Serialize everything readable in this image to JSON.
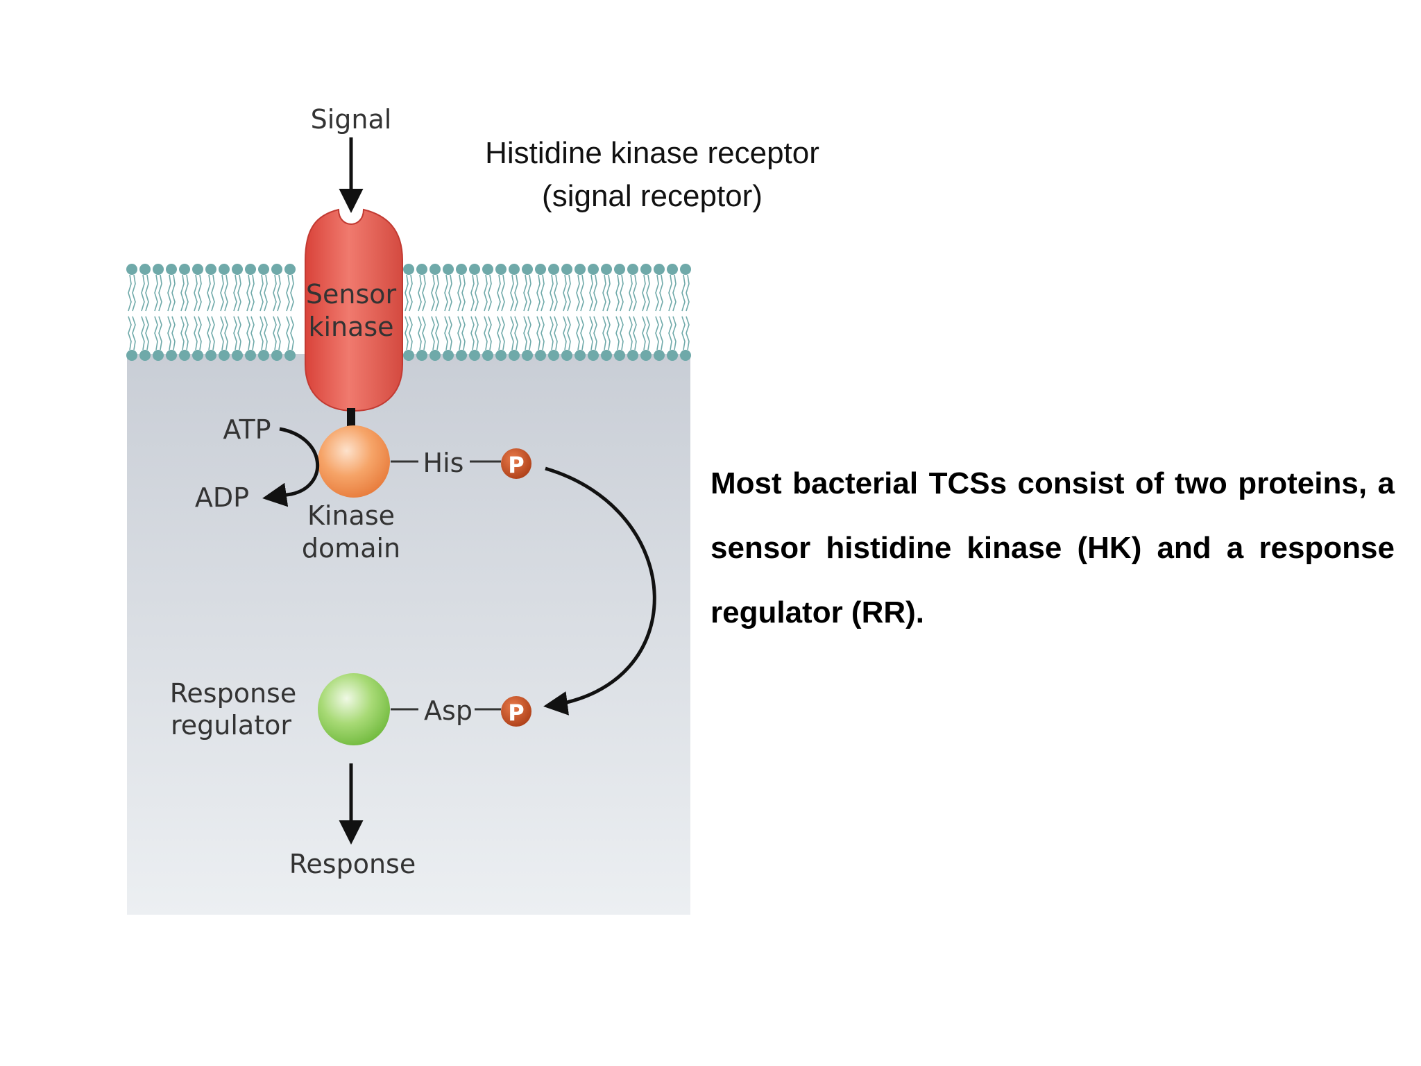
{
  "diagram": {
    "signal": "Signal",
    "sensor_kinase_line1": "Sensor",
    "sensor_kinase_line2": "kinase",
    "atp": "ATP",
    "adp": "ADP",
    "kinase_domain_line1": "Kinase",
    "kinase_domain_line2": "domain",
    "his": "His",
    "phosphate": "P",
    "response_regulator_line1": "Response",
    "response_regulator_line2": "regulator",
    "asp": "Asp",
    "response": "Response"
  },
  "heading": {
    "line1": "Histidine kinase receptor",
    "line2": "(signal receptor)"
  },
  "body": {
    "text": "Most bacterial TCSs consist of two proteins, a sensor histidine kinase (HK) and a response regulator (RR)."
  },
  "colors": {
    "sensor_kinase": "#e8564c",
    "kinase_domain": "#f29050",
    "response_regulator": "#8fcc5a",
    "phosphate": "#c2471e",
    "membrane": "#7fb3b3",
    "cytoplasm": "#dfe3e8"
  }
}
